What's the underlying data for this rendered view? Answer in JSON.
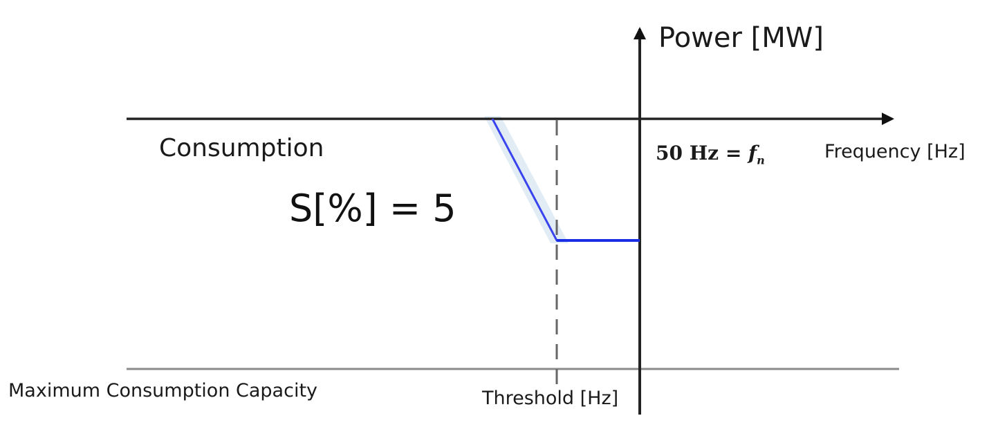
{
  "diagram": {
    "y_axis_label": "Power [MW]",
    "x_axis_label": "Frequency [Hz]",
    "nominal_frequency_label": "50 Hz = ",
    "nominal_frequency_symbol": "f",
    "nominal_frequency_subscript": "n",
    "region_label": "Consumption",
    "droop_label": "S[%] = 5",
    "bottom_line_label": "Maximum Consumption Capacity",
    "threshold_label": "Threshold [Hz]",
    "colors": {
      "axis": "#1a1a1a",
      "curve": "#3344ee",
      "curve_highlight": "#dbe9f4",
      "dashed": "#555555",
      "bottom_line": "#888888"
    }
  }
}
